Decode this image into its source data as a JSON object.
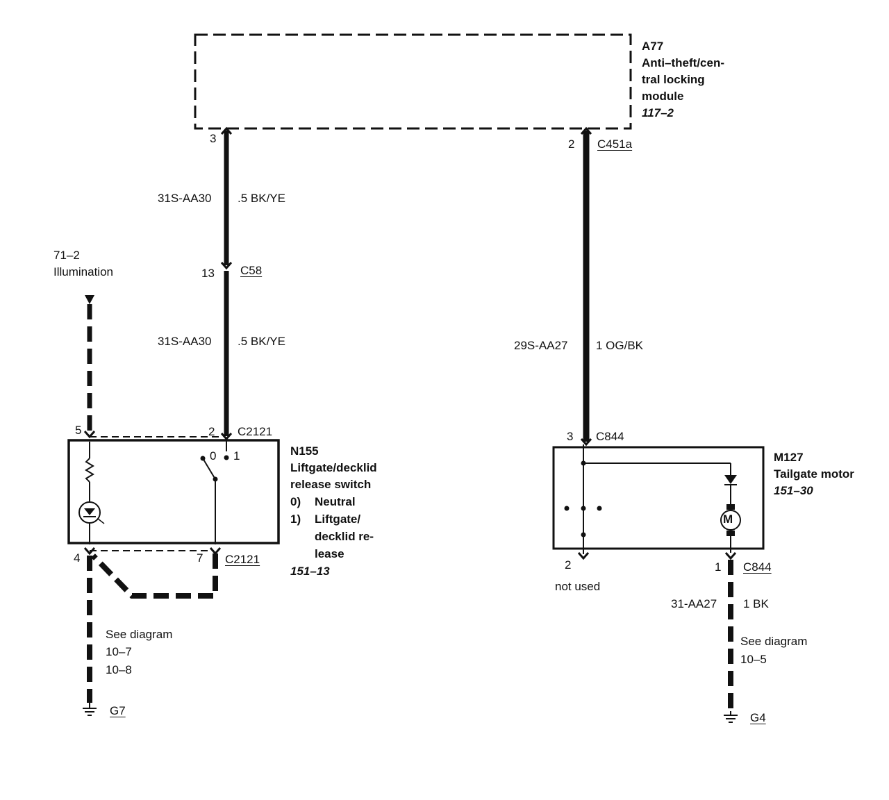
{
  "a77": {
    "id": "A77",
    "name_line1": "Anti–theft/cen-",
    "name_line2": "tral locking",
    "name_line3": "module",
    "ref": "117–2"
  },
  "a77_pins": {
    "left": "3",
    "right": "2",
    "right_connector": "C451a"
  },
  "wire_left_upper": {
    "circuit": "31S-AA30",
    "spec": ".5 BK/YE"
  },
  "c58": {
    "pin": "13",
    "connector": "C58"
  },
  "wire_left_lower": {
    "circuit": "31S-AA30",
    "spec": ".5 BK/YE"
  },
  "illumination": {
    "ref": "71–2",
    "label": "Illumination"
  },
  "n155_top_pins": {
    "pin5": "5",
    "pin2": "2",
    "connector": "C2121"
  },
  "n155": {
    "id": "N155",
    "name_line1": "Liftgate/decklid",
    "name_line2": "release switch",
    "pos0_num": "0)",
    "pos0_label": "Neutral",
    "pos1_num": "1)",
    "pos1_label_line1": "Liftgate/",
    "pos1_label_line2": "decklid re-",
    "pos1_label_line3": "lease",
    "ref": "151–13",
    "switch_pos0": "0",
    "switch_pos1": "1"
  },
  "n155_bottom_pins": {
    "pin4": "4",
    "pin7": "7",
    "connector": "C2121"
  },
  "see_left": {
    "label": "See diagram",
    "ref1": "10–7",
    "ref2": "10–8"
  },
  "ground_left": {
    "id": "G7"
  },
  "wire_right": {
    "circuit": "29S-AA27",
    "spec": "1 OG/BK"
  },
  "m127_top": {
    "pin": "3",
    "connector": "C844"
  },
  "m127": {
    "id": "M127",
    "name": "Tailgate motor",
    "ref": "151–30",
    "motor_symbol": "M"
  },
  "m127_bottom": {
    "pin2": "2",
    "not_used": "not used",
    "pin1": "1",
    "connector": "C844"
  },
  "wire_gnd_right": {
    "circuit": "31-AA27",
    "spec": "1 BK"
  },
  "see_right": {
    "label": "See diagram",
    "ref": "10–5"
  },
  "ground_right": {
    "id": "G4"
  },
  "colors": {
    "ink": "#111111",
    "background": "#ffffff"
  }
}
